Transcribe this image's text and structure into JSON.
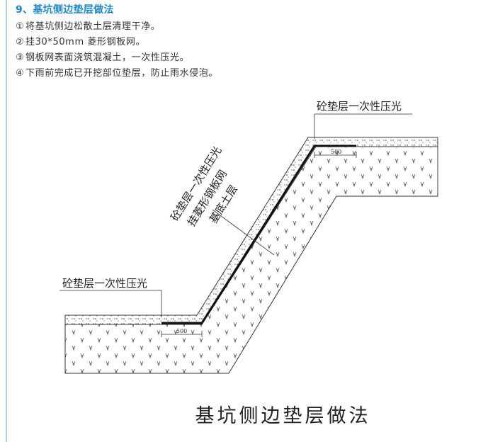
{
  "heading": "9、基坑侧边垫层做法",
  "steps": [
    {
      "num": "①",
      "text": "将基坑侧边松散土层清理干净。"
    },
    {
      "num": "②",
      "text": "挂30*50mm 菱形钢板网。"
    },
    {
      "num": "③",
      "text": "钢板网表面浇筑混凝土，一次性压光。"
    },
    {
      "num": "④",
      "text": "下雨前完成已开挖部位垫层，防止雨水侵泡。"
    }
  ],
  "drawing": {
    "label_top": "砼垫层一次性压光",
    "label_bottom": "砼垫层一次性压光",
    "label_slope_1": "砼垫层一次性压光",
    "label_slope_2": "挂菱形钢板网",
    "label_slope_3": "基底土层",
    "dim_top": "500",
    "dim_bottom": "500",
    "caption": "基坑侧边垫层做法"
  }
}
